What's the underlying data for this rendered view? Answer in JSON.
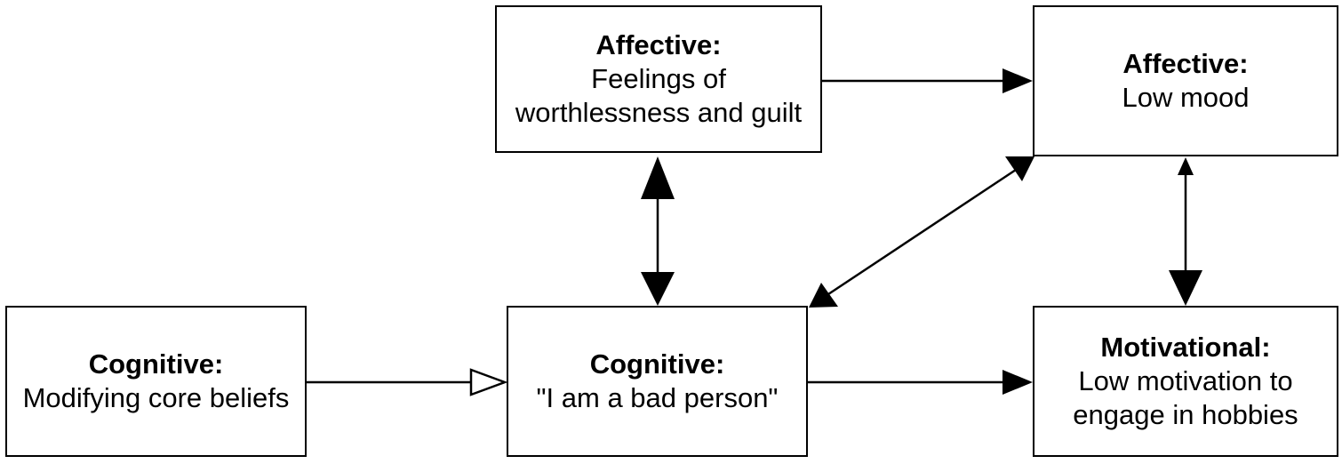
{
  "nodes": {
    "affective_feelings": {
      "title": "Affective:",
      "lines": [
        "Feelings of",
        "worthlessness and guilt"
      ]
    },
    "affective_mood": {
      "title": "Affective:",
      "lines": [
        "Low mood"
      ]
    },
    "cognitive_modifying": {
      "title": "Cognitive:",
      "lines": [
        "Modifying core beliefs"
      ]
    },
    "cognitive_bad_person": {
      "title": "Cognitive:",
      "lines": [
        "\"I am a bad person\""
      ]
    },
    "motivational": {
      "title": "Motivational:",
      "lines": [
        "Low motivation to",
        "engage in hobbies"
      ]
    }
  },
  "colors": {
    "stroke": "#000000",
    "background": "#ffffff",
    "hollow_arrowhead_fill": "#ffffff"
  }
}
